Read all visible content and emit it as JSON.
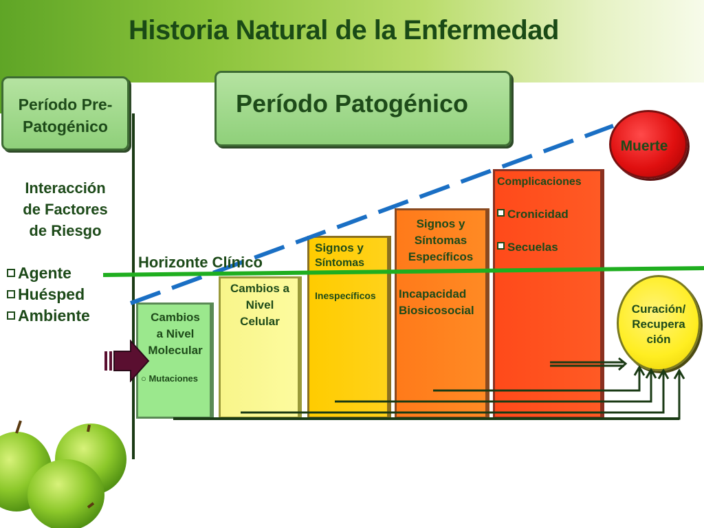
{
  "title": "Historia Natural de la Enfermedad",
  "pre_patogenico": {
    "line1": "Período Pre-",
    "line2": "Patogénico"
  },
  "patogenico": "Período Patogénico",
  "interaccion": {
    "line1": "Interacción",
    "line2": "de Factores",
    "line3": "de Riesgo"
  },
  "factores": [
    "Agente",
    "Huésped",
    "Ambiente"
  ],
  "horizonte": "Horizonte Clínico",
  "bars": {
    "molecular": {
      "line1": "Cambios",
      "line2": "a Nivel",
      "line3": "Molecular",
      "bullet": "Mutaciones"
    },
    "celular": {
      "line1": "Cambios a",
      "line2": "Nivel",
      "line3": "Celular"
    },
    "inespecificos": {
      "line1": "Signos y",
      "line2": "Síntomas",
      "line3": "Inespecíficos"
    },
    "especificos": {
      "line1": "Signos y",
      "line2": "Síntomas",
      "line3": "Específicos",
      "sub1": "Incapacidad",
      "sub2": "Biosicosocial"
    },
    "complicaciones": {
      "line1": "Complicaciones",
      "item1": "Cronicidad",
      "item2": "Secuelas"
    }
  },
  "muerte": "Muerte",
  "curacion": {
    "line1": "Curación/",
    "line2": "Recupera",
    "line3": "ción"
  },
  "colors": {
    "dark_green": "#1d4a19",
    "horizon_line": "#1fae1f",
    "dashed_line": "#1a6fc4",
    "bar_molecular": "#9be88d",
    "bar_celular": "#fdfb9e",
    "bar_inespecificos": "#ffcc00",
    "bar_especificos": "#ff7a1a",
    "bar_complicaciones": "#ff4a1a"
  }
}
